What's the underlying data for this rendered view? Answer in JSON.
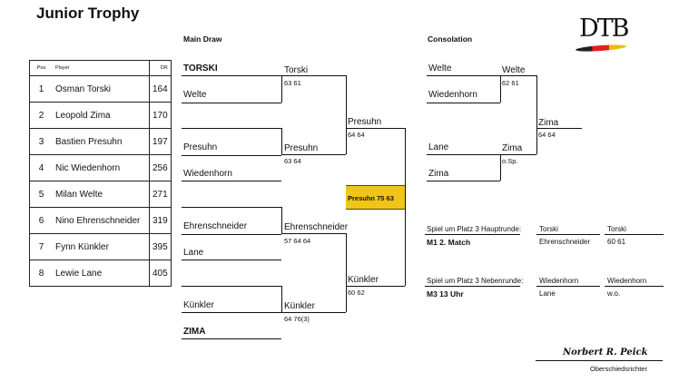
{
  "title": "Junior Trophy",
  "main_draw_label": "Main Draw",
  "consolation_label": "Consolation",
  "logo_text": "DTB",
  "ranking": {
    "headers": {
      "pos": "Pos",
      "player": "Player",
      "dr": "DR"
    },
    "rows": [
      {
        "pos": "1",
        "player": "Osman Torski",
        "dr": "164"
      },
      {
        "pos": "2",
        "player": "Leopold Zima",
        "dr": "170"
      },
      {
        "pos": "3",
        "player": "Bastien Presuhn",
        "dr": "197"
      },
      {
        "pos": "4",
        "player": "Nic Wiedenhorn",
        "dr": "256"
      },
      {
        "pos": "5",
        "player": "Milan Welte",
        "dr": "271"
      },
      {
        "pos": "6",
        "player": "Nino Ehrenschneider",
        "dr": "319"
      },
      {
        "pos": "7",
        "player": "Fynn Künkler",
        "dr": "395"
      },
      {
        "pos": "8",
        "player": "Lewie Lane",
        "dr": "405"
      }
    ]
  },
  "main_draw": {
    "r1": [
      "TORSKI",
      "Welte",
      "",
      "Presuhn",
      "Wiedenhorn",
      "",
      "Ehrenschneider",
      "Lane",
      "",
      "Künkler",
      "ZIMA"
    ],
    "qf": [
      {
        "name": "Torski",
        "score": "63 61"
      },
      {
        "name": "Presuhn",
        "score": "63 64"
      },
      {
        "name": "Ehrenschneider",
        "score": "57 64 64"
      },
      {
        "name": "Künkler",
        "score": "64 76(3)"
      }
    ],
    "sf": [
      {
        "name": "Presuhn",
        "score": "64 64"
      },
      {
        "name": "Künkler",
        "score": "60 62"
      }
    ],
    "winner": "Presuhn 75 63"
  },
  "consolation": {
    "r1": [
      "Welte",
      "Wiedenhorn",
      "Lane",
      "Zima"
    ],
    "r2": [
      {
        "name": "Welte",
        "score": "62 61"
      },
      {
        "name": "Zima",
        "score": "o.Sp."
      }
    ],
    "final": {
      "name": "Zima",
      "score": "64 64"
    }
  },
  "place3_main": {
    "label": "Spiel um Platz 3 Hauptrunde:",
    "match": "M1 2. Match",
    "p1": "Torski",
    "p2": "Ehrenschneider",
    "winner": "Torski",
    "score": "60 61"
  },
  "place3_cons": {
    "label": "Spiel um Platz 3 Nebenrunde:",
    "match": "M3 13 Uhr",
    "p1": "Wiedenhorn",
    "p2": "Lane",
    "winner": "Wiedenhorn",
    "score": "w.o."
  },
  "signature": {
    "name": "Norbert R. Peick",
    "role": "Oberschiedsrichter"
  }
}
